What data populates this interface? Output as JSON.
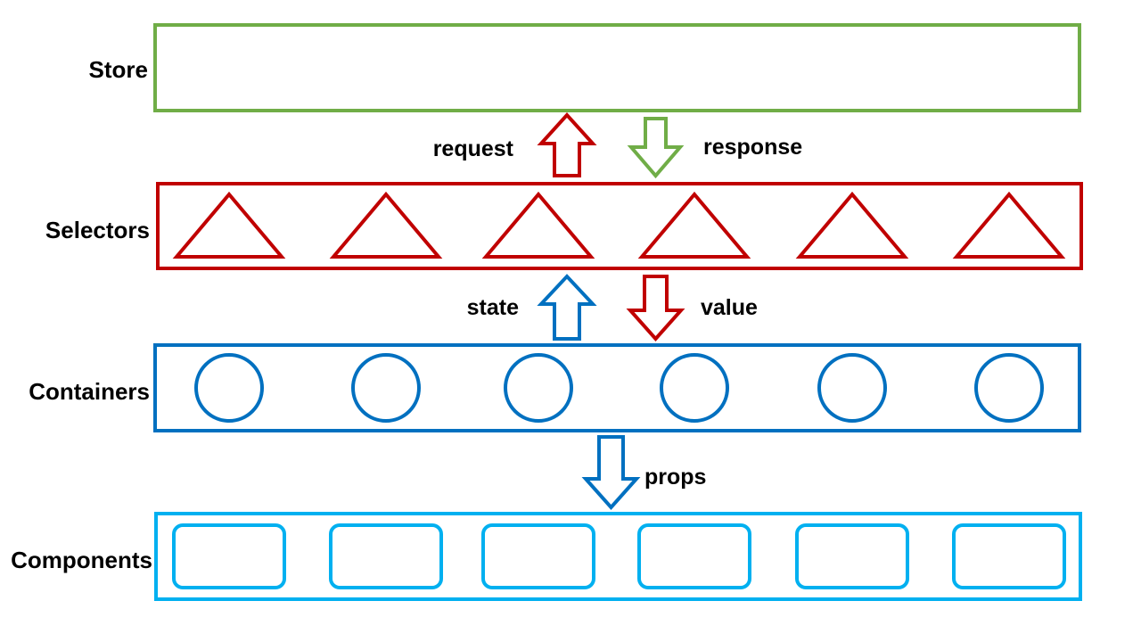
{
  "layers": {
    "store": {
      "label": "Store",
      "color": "#70AD47",
      "item_count": 0
    },
    "selectors": {
      "label": "Selectors",
      "color": "#C00000",
      "item_count": 6,
      "item_shape": "triangle"
    },
    "containers": {
      "label": "Containers",
      "color": "#0070C0",
      "item_count": 6,
      "item_shape": "circle"
    },
    "components": {
      "label": "Components",
      "color": "#00B0F0",
      "item_count": 6,
      "item_shape": "rounded-rectangle"
    }
  },
  "arrows": {
    "request": {
      "label": "request",
      "direction": "up",
      "color": "#C00000",
      "from": "Selectors",
      "to": "Store"
    },
    "response": {
      "label": "response",
      "direction": "down",
      "color": "#70AD47",
      "from": "Store",
      "to": "Selectors"
    },
    "state": {
      "label": "state",
      "direction": "up",
      "color": "#0070C0",
      "from": "Containers",
      "to": "Selectors"
    },
    "value": {
      "label": "value",
      "direction": "down",
      "color": "#C00000",
      "from": "Selectors",
      "to": "Containers"
    },
    "props": {
      "label": "props",
      "direction": "down",
      "color": "#0070C0",
      "from": "Containers",
      "to": "Components"
    }
  }
}
